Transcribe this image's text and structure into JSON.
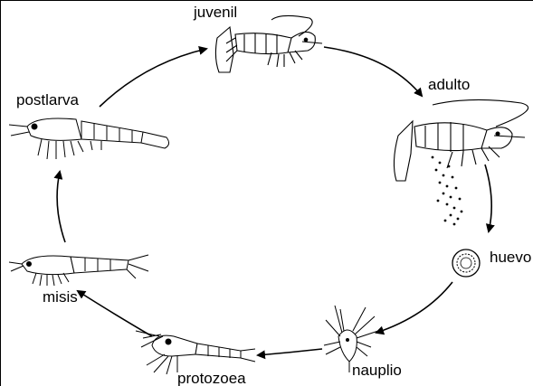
{
  "stages": {
    "juvenil": "juvenil",
    "adulto": "adulto",
    "huevo": "huevo",
    "nauplio": "nauplio",
    "protozoea": "protozoea",
    "misis": "misis",
    "postlarva": "postlarva"
  }
}
